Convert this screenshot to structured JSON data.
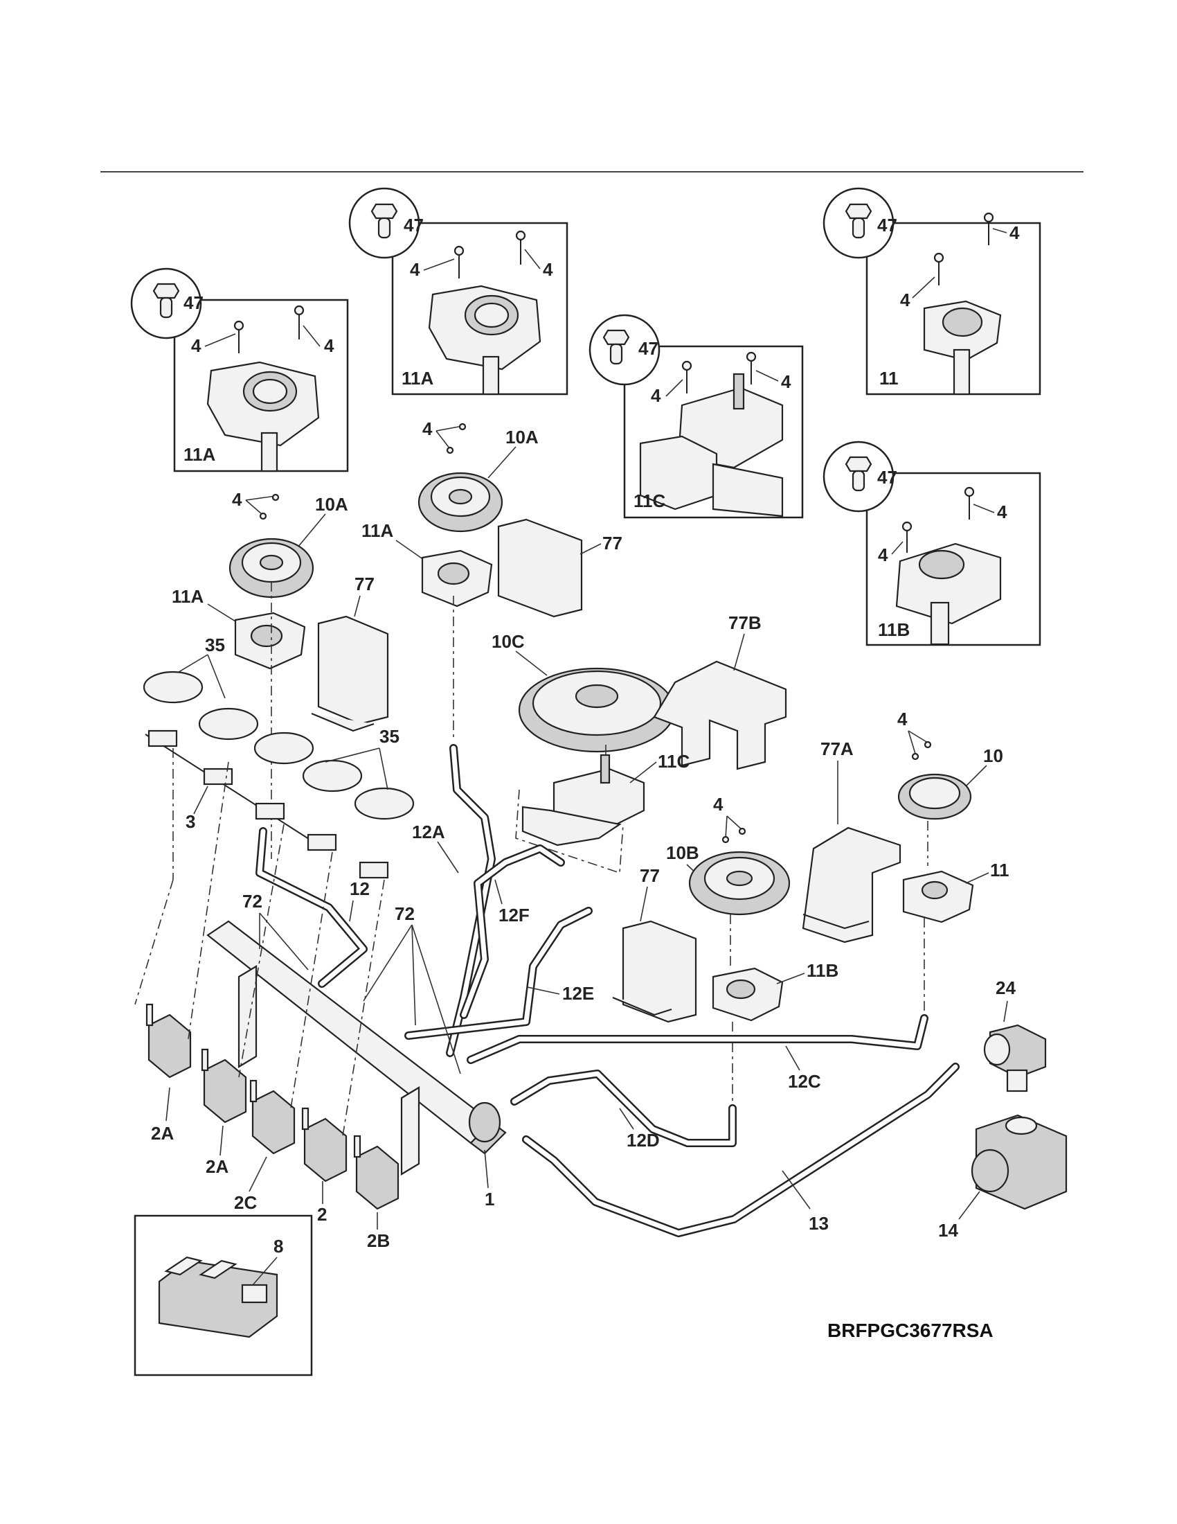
{
  "diagram_code": "BRFPGC3677RSA",
  "callouts": {
    "c1": "1",
    "c2": "2",
    "c2a_1": "2A",
    "c2a_2": "2A",
    "c2b": "2B",
    "c2c": "2C",
    "c3": "3",
    "c4": "4",
    "c8": "8",
    "c10": "10",
    "c10a_1": "10A",
    "c10a_2": "10A",
    "c10b": "10B",
    "c10c": "10C",
    "c11": "11",
    "c11a_1": "11A",
    "c11a_2": "11A",
    "c11b": "11B",
    "c11c": "11C",
    "c12": "12",
    "c12a": "12A",
    "c12c": "12C",
    "c12d": "12D",
    "c12e": "12E",
    "c12f": "12F",
    "c13": "13",
    "c14": "14",
    "c24": "24",
    "c35_1": "35",
    "c35_2": "35",
    "c47": "47",
    "c72_1": "72",
    "c72_2": "72",
    "c77_1": "77",
    "c77_2": "77",
    "c77_3": "77",
    "c77a": "77A",
    "c77b": "77B"
  }
}
